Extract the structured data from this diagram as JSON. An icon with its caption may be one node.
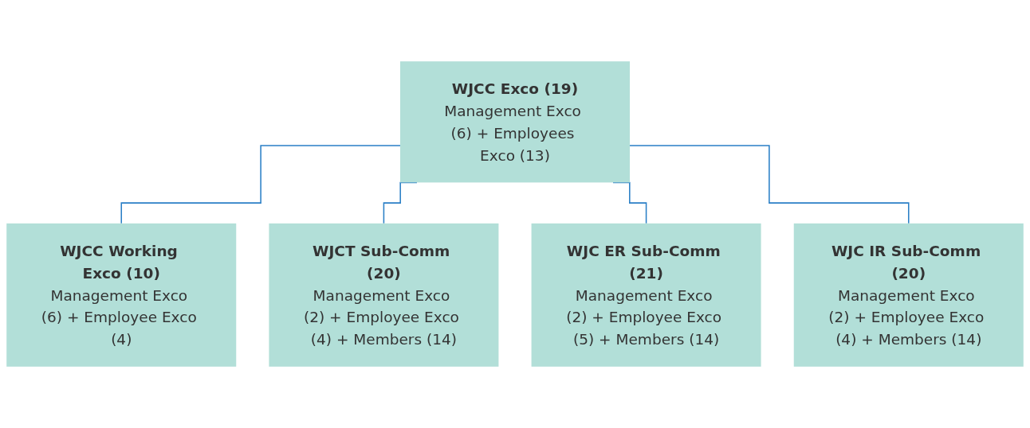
{
  "diagram": {
    "nodes": [
      {
        "text": [
          "WJCC Exco (19)",
          "Management Exco (6) + Employees Exco (13)"
        ]
      },
      {
        "text": [
          "WJCC Working Exco (10)",
          "Management Exco (6) + Employee Exco (4)"
        ]
      },
      {
        "text": [
          "WJCT Sub-Comm (20)",
          "Management Exco (2) + Employee Exco (4) + Members (14)"
        ]
      },
      {
        "text": [
          "WJC ER Sub-Comm (21)",
          "Management Exco (2) + Employee Exco (5) + Members (14)"
        ]
      },
      {
        "text": [
          "WJC IR Sub-Comm (20)",
          "Management Exco (2) + Employee Exco (4) + Members (14)"
        ]
      }
    ],
    "edges": [
      {
        "from": 0,
        "to": 1,
        "arrow": "none"
      },
      {
        "from": 0,
        "to": 2,
        "arrow": "none"
      },
      {
        "from": 0,
        "to": 3,
        "arrow": "none"
      },
      {
        "from": 0,
        "to": 4,
        "arrow": "none"
      }
    ]
  }
}
